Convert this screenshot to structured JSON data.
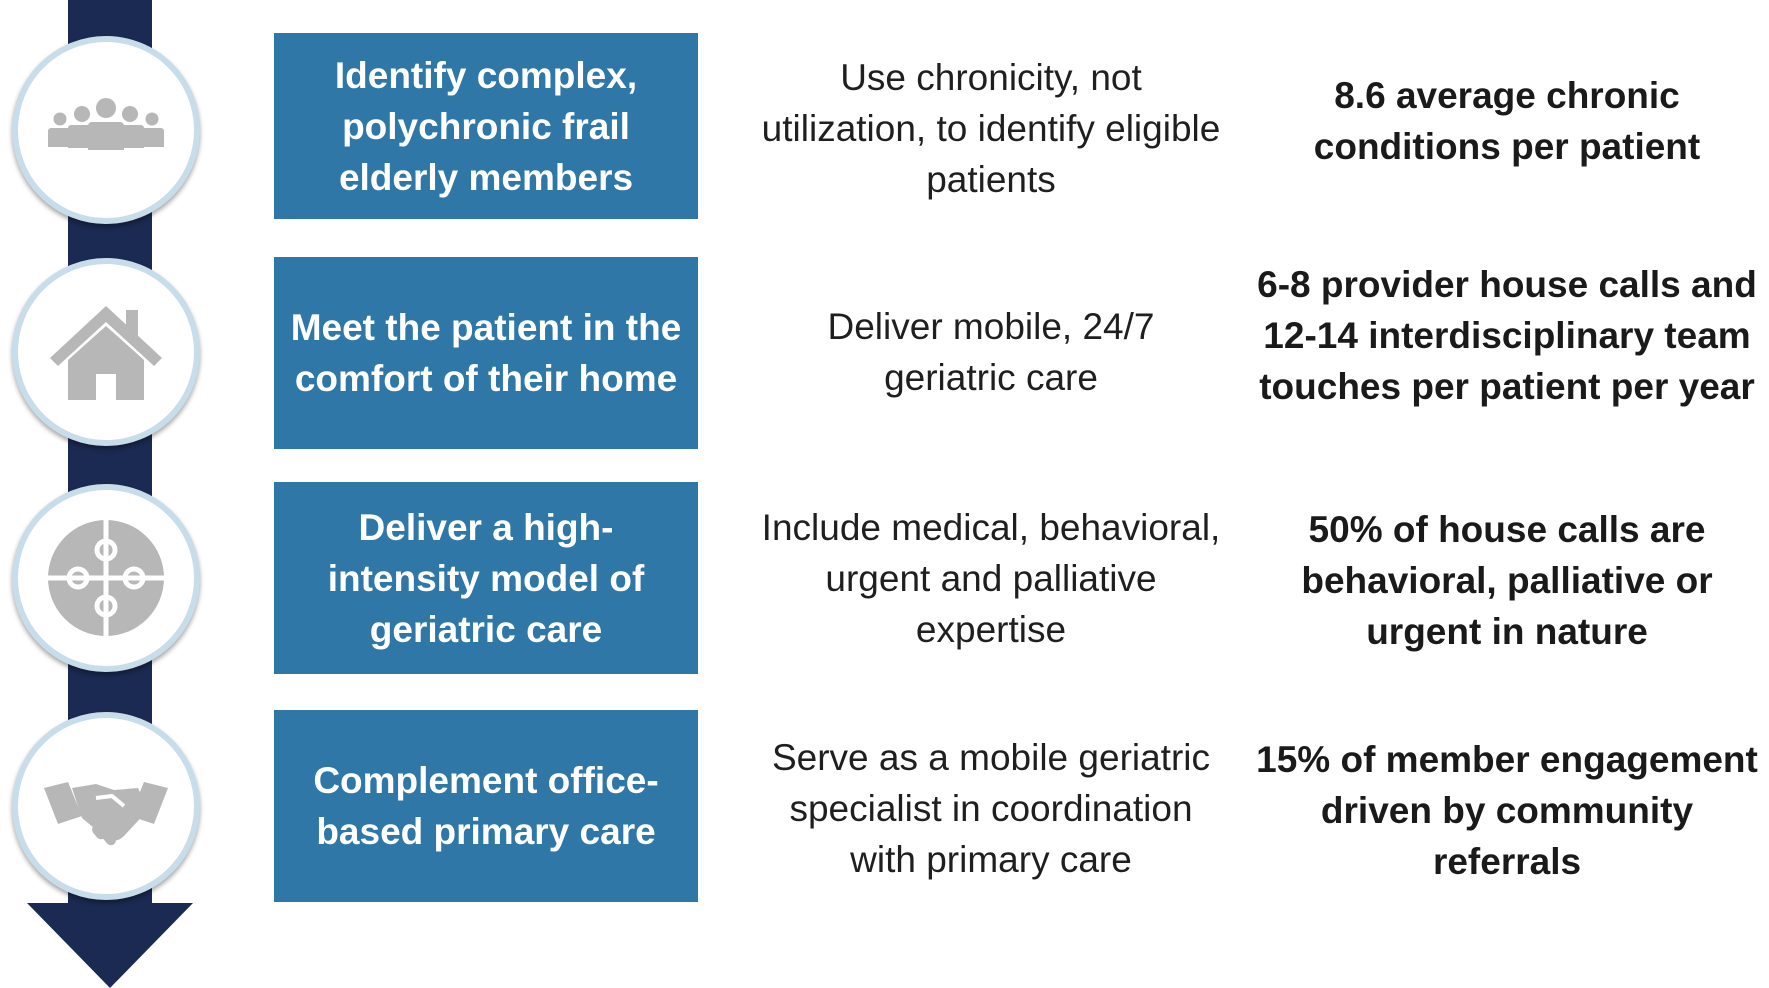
{
  "colors": {
    "arrow": "#1b2a52",
    "box": "#2e77a6",
    "circle_ring": "#c9dcea",
    "icon": "#b7b7b7"
  },
  "steps": [
    {
      "icon": "people-group-icon",
      "title": "Identify complex, polychronic frail elderly members",
      "description": "Use chronicity, not utilization, to identify eligible patients",
      "stat": "8.6 average chronic conditions per patient"
    },
    {
      "icon": "house-icon",
      "title": "Meet the patient in the comfort of their home",
      "description": "Deliver mobile, 24/7 geriatric care",
      "stat": "6-8 provider house calls and 12-14 interdisciplinary team touches per patient per year"
    },
    {
      "icon": "puzzle-icon",
      "title": "Deliver a high-intensity model of geriatric care",
      "description": "Include medical, behavioral, urgent and palliative expertise",
      "stat": "50% of house calls are behavioral, palliative or urgent in nature"
    },
    {
      "icon": "handshake-icon",
      "title": "Complement office-based primary care",
      "description": "Serve as a mobile geriatric specialist in coordination with primary care",
      "stat": "15% of member engagement driven by community referrals"
    }
  ]
}
